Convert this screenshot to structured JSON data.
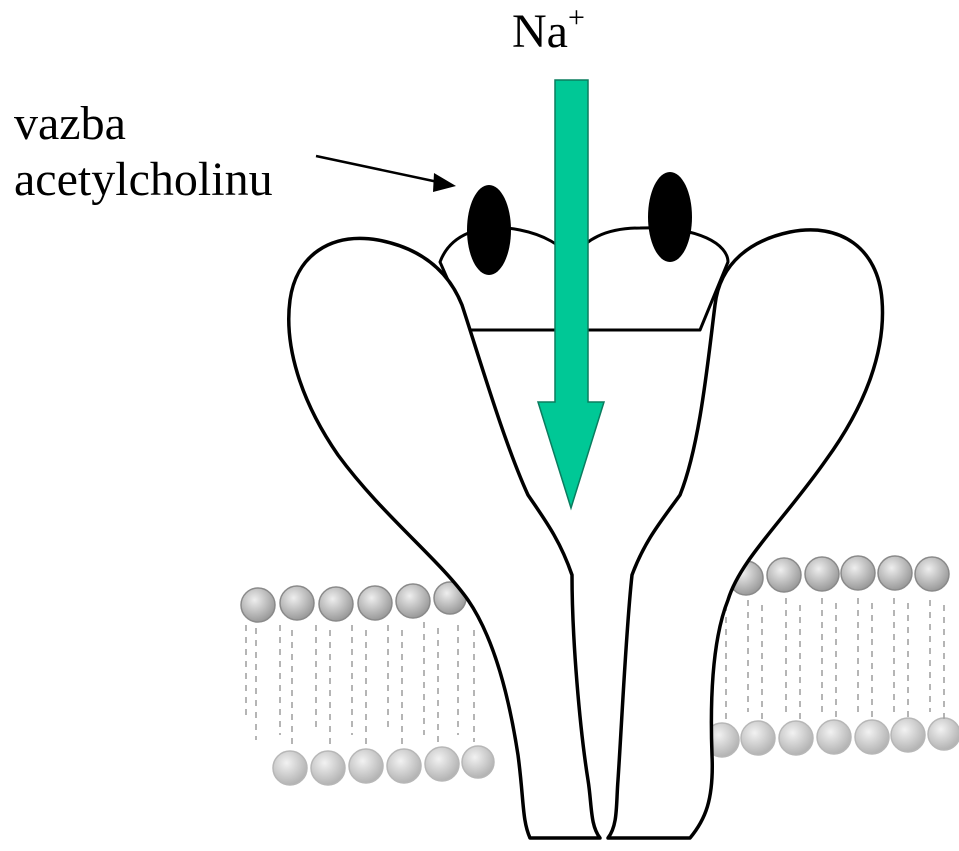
{
  "labels": {
    "ion_symbol": "Na",
    "ion_charge": "+",
    "binding_line1": "vazba",
    "binding_line2": "acetylcholinu"
  },
  "colors": {
    "flow_arrow": "#00c896",
    "outline": "#000000",
    "binding_site": "#000000",
    "lipid_head": "#b8b8b8",
    "lipid_tail": "#aaaaaa"
  },
  "icons": {
    "binding_site": "black-oval",
    "ion_flow": "down-arrow"
  }
}
